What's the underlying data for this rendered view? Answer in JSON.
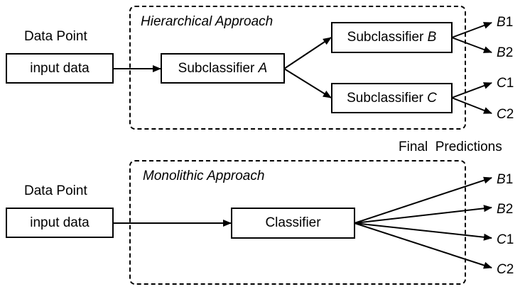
{
  "hierarchical": {
    "title": "Hierarchical Approach",
    "input_heading": "Data Point",
    "input_box": "input data",
    "sub_a": {
      "text": "Subclassifier ",
      "var": "A"
    },
    "sub_b": {
      "text": "Subclassifier ",
      "var": "B"
    },
    "sub_c": {
      "text": "Subclassifier ",
      "var": "C"
    },
    "outputs": [
      {
        "cls": "B",
        "num": "1"
      },
      {
        "cls": "B",
        "num": "2"
      },
      {
        "cls": "C",
        "num": "1"
      },
      {
        "cls": "C",
        "num": "2"
      }
    ]
  },
  "final_predictions": "Final  Predictions",
  "monolithic": {
    "title": "Monolithic Approach",
    "input_heading": "Data Point",
    "input_box": "input data",
    "classifier": "Classifier",
    "outputs": [
      {
        "cls": "B",
        "num": "1"
      },
      {
        "cls": "B",
        "num": "2"
      },
      {
        "cls": "C",
        "num": "1"
      },
      {
        "cls": "C",
        "num": "2"
      }
    ]
  }
}
